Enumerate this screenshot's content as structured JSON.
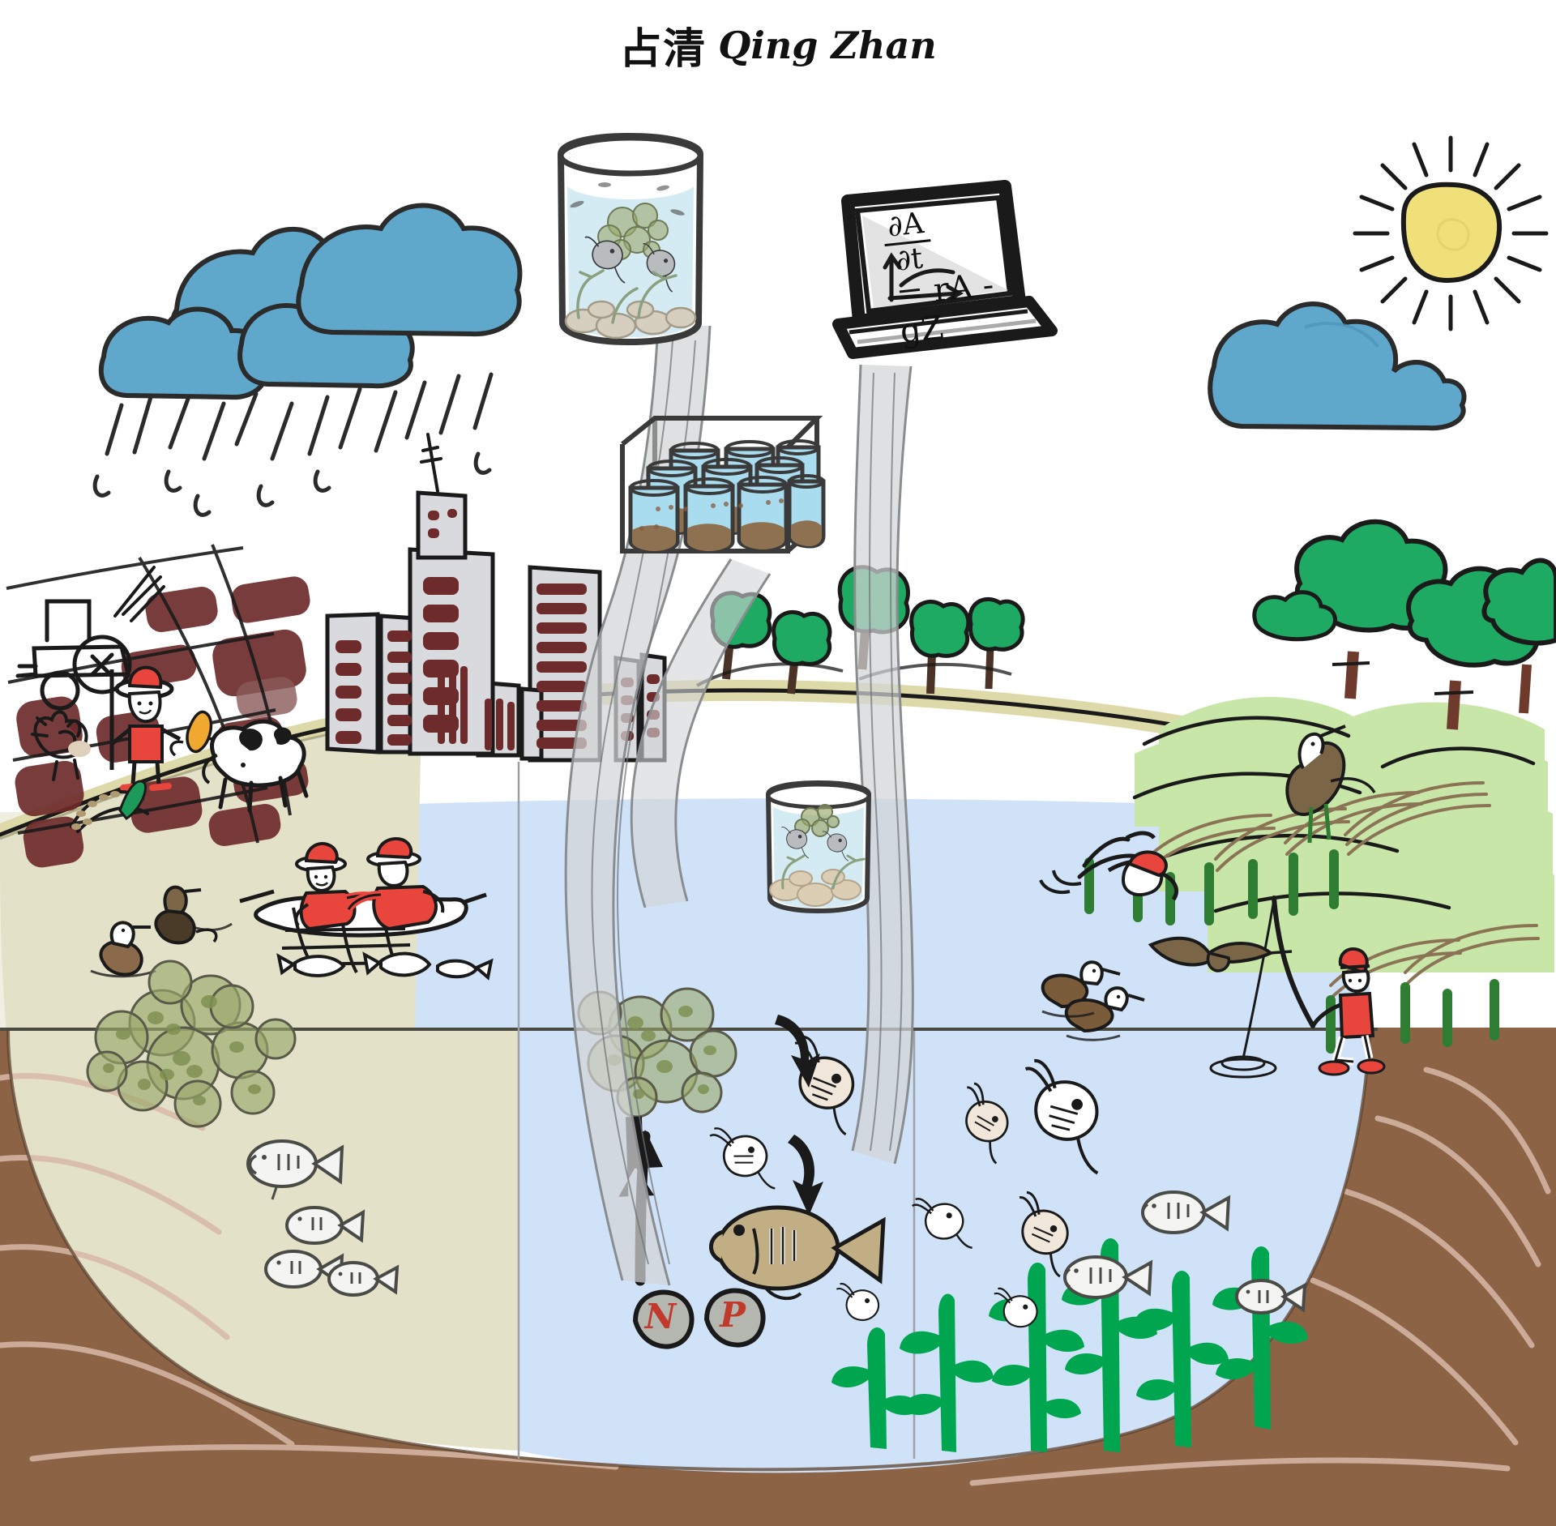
{
  "title": {
    "chinese": "占清",
    "romanized": "Qing Zhan"
  },
  "palette": {
    "sky": "#ffffff",
    "cloud_blue": "#5fa8cc",
    "sun_yellow": "#efe07a",
    "clear_water": "#cfe2f7",
    "turbid_water": "#e3e1c8",
    "sediment_brown": "#8d6346",
    "sediment_light": "#d8b9a8",
    "shore_sand": "#ded9a8",
    "grass_green": "#c8e6a8",
    "tree_green": "#1faa63",
    "macrophyte_green": "#00a550",
    "algae_green": "#9aa86a",
    "ink": "#1a1a1a",
    "red_accent": "#e8453c",
    "farm_maroon": "#6e2b2b",
    "building_grey": "#d9dade",
    "tube_water": "#a8dcee",
    "pipe_grey": "#d2d4d6",
    "fish_body": "#c2ae84",
    "bird_brown": "#7a6547"
  },
  "sky": {
    "sun": {
      "name": "sun",
      "ray_count": 16
    },
    "rain_cloud": {
      "name": "rain-cloud",
      "rain_streak_count": 14,
      "puff_count": 4
    },
    "fair_cloud": {
      "name": "fair-weather-cloud",
      "puff_count": 4
    }
  },
  "research_panel": {
    "mesocosm_jar": {
      "label": "mesocosm-jar",
      "contents": [
        "algae colony",
        "zooplankton",
        "submerged plants",
        "pebbles"
      ]
    },
    "microcosm_rack": {
      "label": "microcosm-incubator-rack",
      "tube_count": 11,
      "rows": 3,
      "contents": [
        "water",
        "sediment"
      ]
    },
    "laptop": {
      "label": "modelling-laptop",
      "equation": "∂A/∂t = rA − gZ",
      "equation_parts": {
        "numerator": "∂A",
        "denominator": "∂t",
        "rhs": "= rA - gZ"
      },
      "plot_caption": "model trajectory sketch"
    },
    "submerged_jar": {
      "label": "in-situ-mesocosm-jar",
      "contents": [
        "algae",
        "zooplankton",
        "plants",
        "sediment"
      ]
    },
    "pipes": [
      {
        "name": "pipe-mesocosm-to-lake"
      },
      {
        "name": "pipe-rack-to-lake"
      },
      {
        "name": "pipe-model-to-lake"
      }
    ]
  },
  "landscape": {
    "farmland": {
      "label": "agricultural-catchment",
      "elements": [
        "tractor",
        "farmer",
        "chicken",
        "egg",
        "cow",
        "corn",
        "wheat",
        "field plots"
      ],
      "field_count": 14
    },
    "city": {
      "label": "urban-catchment",
      "building_count": 9,
      "has_antenna": true
    },
    "riparian_left": {
      "label": "shoreline-trees-center",
      "tree_count": 5
    },
    "forest_right": {
      "label": "riparian-forest",
      "tree_count": 5
    },
    "reeds": {
      "label": "reed-bed",
      "stem_count": 11
    }
  },
  "lake": {
    "turbid_state": {
      "label": "turbid-algal-state",
      "algae_bloom_clusters": 3,
      "fish_count": 4,
      "has_macrophytes": false
    },
    "clear_state": {
      "label": "clear-macrophyte-state",
      "macrophyte_count": 6,
      "zooplankton_count": 6,
      "fish_count": 3
    },
    "transition_zone": {
      "label": "experimental-transition-zone",
      "algae_cluster": 1,
      "zooplankton_count": 3,
      "fish_count": 1
    },
    "nutrients": [
      {
        "symbol": "N",
        "name": "nitrogen-nutrient-marker"
      },
      {
        "symbol": "P",
        "name": "phosphorus-nutrient-marker"
      }
    ],
    "food_web_arrows": [
      {
        "name": "arrow-algae-to-zooplankton"
      },
      {
        "name": "arrow-zooplankton-to-fish"
      },
      {
        "name": "arrow-nutrient-uptake"
      }
    ]
  },
  "human_use": {
    "fishing_boat": {
      "label": "fishing-boat",
      "people": 2,
      "fish_caught": 4,
      "has_net": true
    },
    "swimmer": {
      "label": "swimmer",
      "cap_color": "#e8453c"
    },
    "angler": {
      "label": "shore-angler",
      "has_rod": true
    },
    "ducks": {
      "label": "ducks",
      "count": 2
    },
    "flying_bird": {
      "label": "flying-gull"
    },
    "heron": {
      "label": "heron"
    },
    "shore_birds_left": {
      "label": "shore-ducks-left",
      "count": 2
    }
  }
}
